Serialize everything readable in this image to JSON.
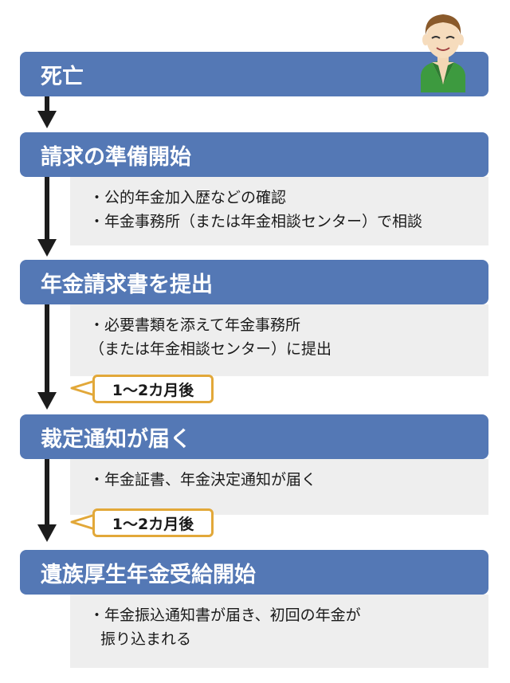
{
  "steps": [
    {
      "title": "死亡"
    },
    {
      "title": "請求の準備開始",
      "details": [
        "・公的年金加入歴などの確認",
        "・年金事務所（または年金相談センター）で相談"
      ]
    },
    {
      "title": "年金請求書を提出",
      "details": [
        "・必要書類を添えて年金事務所",
        "（または年金相談センター）に提出"
      ],
      "duration": "1〜2カ月後"
    },
    {
      "title": "裁定通知が届く",
      "details": [
        "・年金証書、年金決定通知が届く"
      ],
      "duration": "1〜2カ月後"
    },
    {
      "title": "遺族厚生年金受給開始",
      "details": [
        "・年金振込通知書が届き、初回の年金が",
        "振り込まれる"
      ]
    }
  ],
  "colors": {
    "header": "#5478b5",
    "detail_bg": "#eeeeee",
    "callout_border": "#e2a839",
    "arrow": "#1c1c1c"
  },
  "icons": {
    "person": "elderly-man-avatar-icon"
  }
}
